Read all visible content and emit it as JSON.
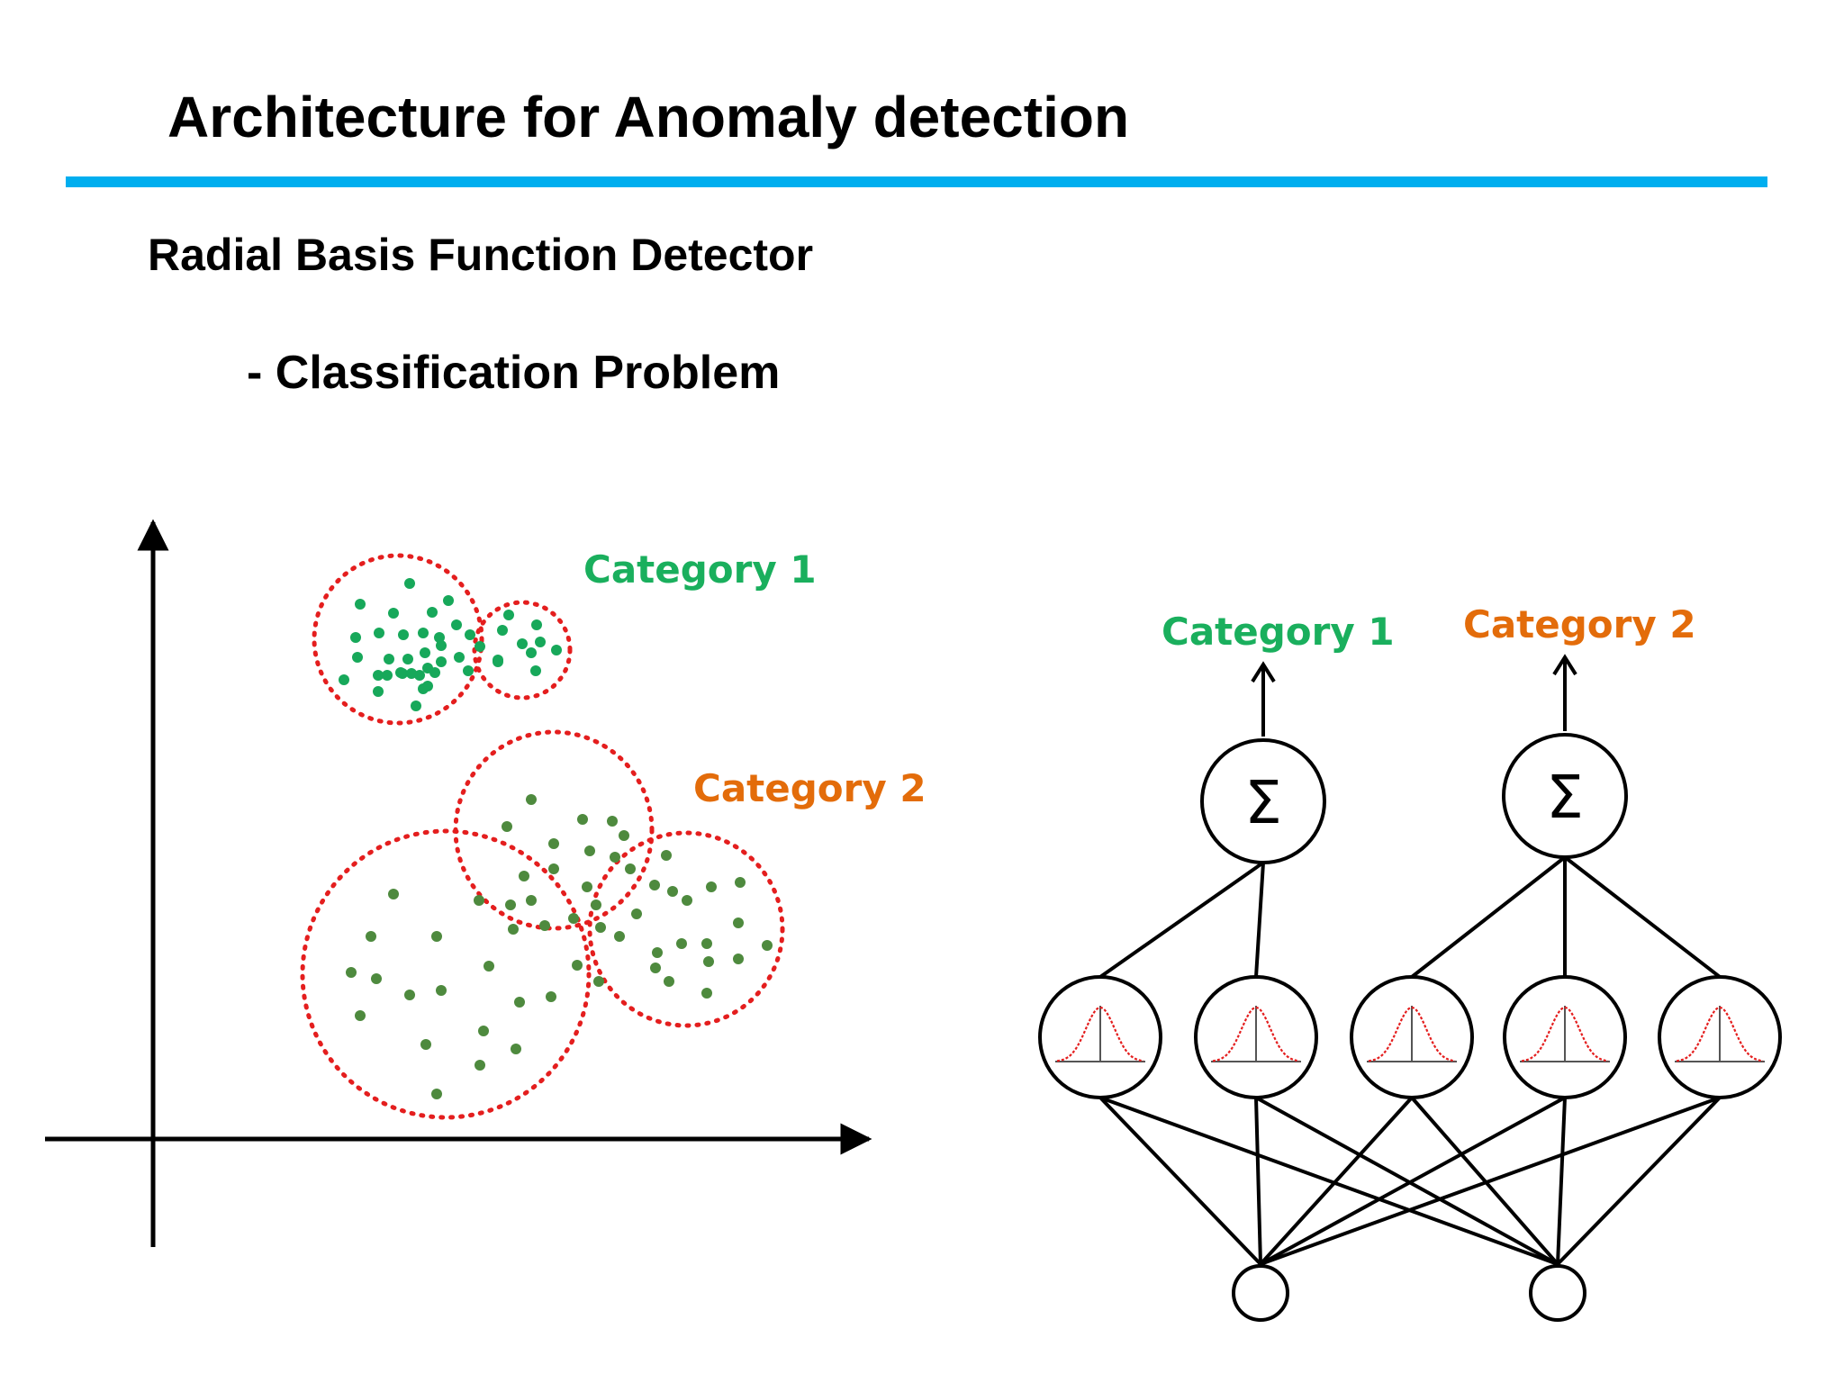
{
  "slide": {
    "title": "Architecture for Anomaly detection",
    "subtitle": "Radial Basis Function Detector",
    "bullet": "- Classification Problem"
  },
  "colors": {
    "accent_rule": "#00AEEF",
    "category_1": "#1AAF5D",
    "category_2": "#E36C0A",
    "cluster_circle": "#E41E1E",
    "category_1_points": "#17A85A",
    "category_2_points": "#4E8A3E",
    "gaussian_curve": "#E41E1E",
    "line": "#000000"
  },
  "scatter_plot": {
    "category_1_label": "Category 1",
    "category_2_label": "Category 2"
  },
  "network": {
    "output_labels": [
      "Category 1",
      "Category 2"
    ],
    "summation_symbol": "Σ",
    "rbf_unit_count": 5,
    "input_node_count": 2
  }
}
